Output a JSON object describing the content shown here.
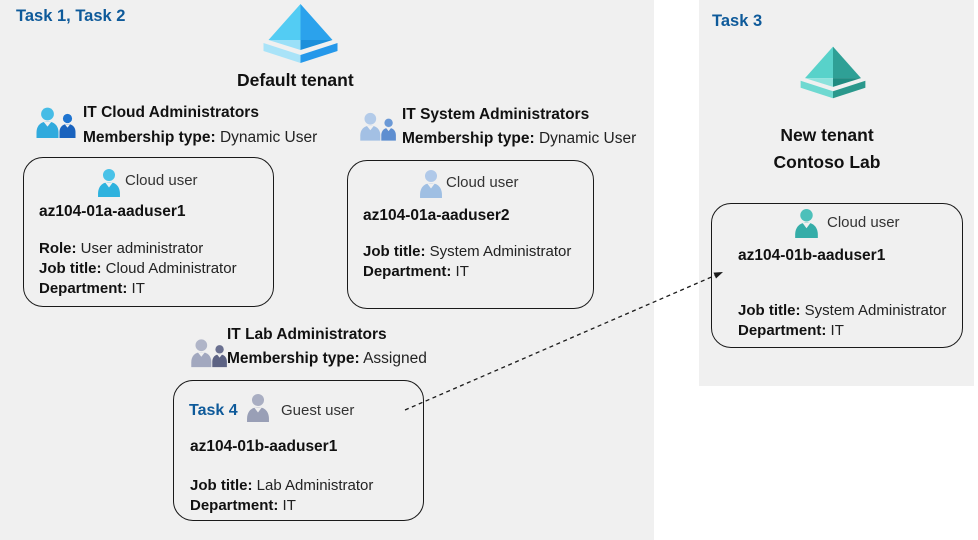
{
  "colors": {
    "panel_bg": "#f0f0f0",
    "task_label_blue": "#0e5a9a",
    "card_border": "#1a1a1a",
    "arrow": "#1a1a1a"
  },
  "labels": {
    "task_1_2": "Task 1, Task 2",
    "task_3": "Task 3",
    "task_4": "Task 4"
  },
  "default_tenant": {
    "title": "Default tenant",
    "groups": [
      {
        "name": "IT Cloud Administrators",
        "membership_label": "Membership type:",
        "membership_value": "Dynamic User"
      },
      {
        "name": "IT System Administrators",
        "membership_label": "Membership type:",
        "membership_value": "Dynamic User"
      },
      {
        "name": "IT Lab Administrators",
        "membership_label": "Membership type:",
        "membership_value": "Assigned"
      }
    ],
    "users": [
      {
        "type_label": "Cloud user",
        "name": "az104-01a-aaduser1",
        "attributes": [
          {
            "label": "Role:",
            "value": "User administrator"
          },
          {
            "label": "Job title:",
            "value": "Cloud Administrator"
          },
          {
            "label": "Department:",
            "value": "IT"
          }
        ]
      },
      {
        "type_label": "Cloud user",
        "name": "az104-01a-aaduser2",
        "attributes": [
          {
            "label": "Job title:",
            "value": "System Administrator"
          },
          {
            "label": "Department:",
            "value": "IT"
          }
        ]
      },
      {
        "type_label": "Guest user",
        "name": "az104-01b-aaduser1",
        "attributes": [
          {
            "label": "Job title:",
            "value": "Lab Administrator"
          },
          {
            "label": "Department:",
            "value": "IT"
          }
        ]
      }
    ]
  },
  "new_tenant": {
    "title_line1": "New tenant",
    "title_line2": "Contoso Lab",
    "user": {
      "type_label": "Cloud user",
      "name": "az104-01b-aaduser1",
      "attributes": [
        {
          "label": "Job title:",
          "value": "System Administrator"
        },
        {
          "label": "Department:",
          "value": "IT"
        }
      ]
    }
  },
  "icons": {
    "default_tenant": {
      "face_lt": "#53ccf3",
      "face_rt": "#2ba2ec",
      "face_lb": "#9ae0f8",
      "face_rb": "#1b8fdb",
      "band_l": "#a9e3f8",
      "band_r": "#2598ea"
    },
    "new_tenant": {
      "face_lt": "#58d2ca",
      "face_rt": "#2fa096",
      "face_lb": "#8ce2dc",
      "face_rb": "#1f8b80",
      "band_l": "#6fd9d1",
      "band_r": "#2a988c"
    },
    "group_cloud": {
      "big_head": "#46bce6",
      "big_body": "#30aadd",
      "small_head": "#1f74d0",
      "small_body": "#1a63be"
    },
    "group_system": {
      "big_head": "#b3cbe9",
      "big_body": "#a3c0e4",
      "small_head": "#6b99d6",
      "small_body": "#5e8ed0"
    },
    "group_lab": {
      "big_head": "#b0b5c8",
      "big_body": "#a2a8bf",
      "small_head": "#6a7090",
      "small_body": "#5d6384"
    },
    "user_cloud1": {
      "head": "#49c2e8",
      "body": "#2eb2de"
    },
    "user_cloud2": {
      "head": "#b0c9e9",
      "body": "#9fbfe3"
    },
    "user_guest": {
      "head": "#a9aec2",
      "body": "#999fb6"
    },
    "user_cloud_teal": {
      "head": "#4dc0ba",
      "body": "#35ada8"
    }
  }
}
